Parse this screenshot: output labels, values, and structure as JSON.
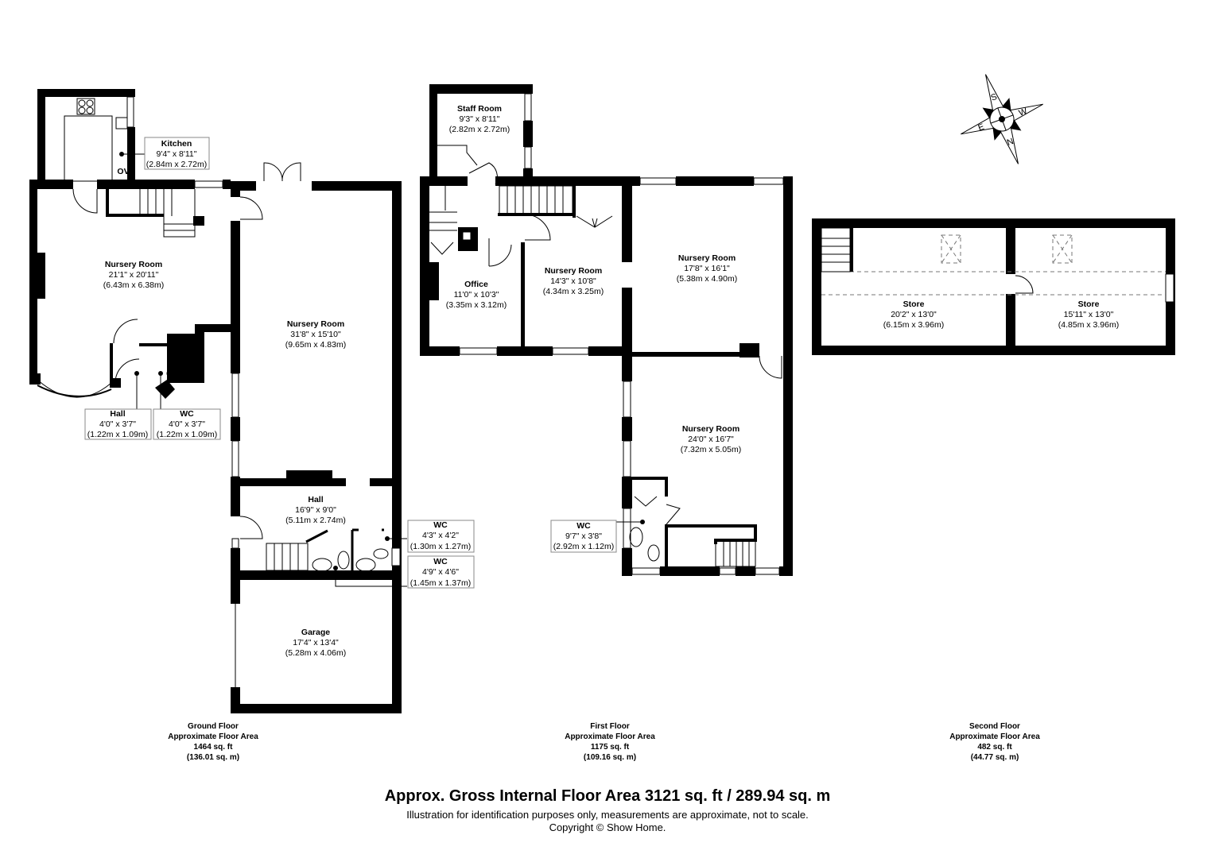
{
  "ground_floor": {
    "rooms": [
      {
        "name": "Kitchen",
        "imperial": "9'4\" x 8'11\"",
        "metric": "(2.84m x 2.72m)"
      },
      {
        "name": "Nursery Room",
        "imperial": "21'1\" x 20'11\"",
        "metric": "(6.43m x 6.38m)"
      },
      {
        "name": "Nursery Room",
        "imperial": "31'8\" x 15'10\"",
        "metric": "(9.65m x 4.83m)"
      },
      {
        "name": "Hall",
        "imperial": "4'0\" x 3'7\"",
        "metric": "(1.22m x 1.09m)"
      },
      {
        "name": "WC",
        "imperial": "4'0\" x 3'7\"",
        "metric": "(1.22m x 1.09m)"
      },
      {
        "name": "Hall",
        "imperial": "16'9\" x 9'0\"",
        "metric": "(5.11m x 2.74m)"
      },
      {
        "name": "WC",
        "imperial": "4'3\" x 4'2\"",
        "metric": "(1.30m x 1.27m)"
      },
      {
        "name": "WC",
        "imperial": "4'9\" x 4'6\"",
        "metric": "(1.45m x 1.37m)"
      },
      {
        "name": "Garage",
        "imperial": "17'4\" x 13'4\"",
        "metric": "(5.28m x 4.06m)"
      }
    ],
    "appliance_label": "OV",
    "summary": {
      "name": "Ground Floor",
      "caption": "Approximate Floor Area",
      "sqft": "1464 sq. ft",
      "sqm": "(136.01 sq. m)"
    }
  },
  "first_floor": {
    "rooms": [
      {
        "name": "Staff Room",
        "imperial": "9'3\" x 8'11\"",
        "metric": "(2.82m x 2.72m)"
      },
      {
        "name": "Office",
        "imperial": "11'0\" x 10'3\"",
        "metric": "(3.35m x 3.12m)"
      },
      {
        "name": "Nursery Room",
        "imperial": "14'3\" x 10'8\"",
        "metric": "(4.34m x 3.25m)"
      },
      {
        "name": "Nursery Room",
        "imperial": "17'8\" x 16'1\"",
        "metric": "(5.38m x 4.90m)"
      },
      {
        "name": "Nursery Room",
        "imperial": "24'0\" x 16'7\"",
        "metric": "(7.32m x 5.05m)"
      },
      {
        "name": "WC",
        "imperial": "9'7\" x 3'8\"",
        "metric": "(2.92m x 1.12m)"
      }
    ],
    "summary": {
      "name": "First Floor",
      "caption": "Approximate Floor Area",
      "sqft": "1175 sq. ft",
      "sqm": "(109.16 sq. m)"
    }
  },
  "second_floor": {
    "rooms": [
      {
        "name": "Store",
        "imperial": "20'2\" x 13'0\"",
        "metric": "(6.15m x 3.96m)"
      },
      {
        "name": "Store",
        "imperial": "15'11\" x 13'0\"",
        "metric": "(4.85m x 3.96m)"
      }
    ],
    "summary": {
      "name": "Second Floor",
      "caption": "Approximate Floor Area",
      "sqft": "482 sq. ft",
      "sqm": "(44.77 sq. m)"
    }
  },
  "compass": {
    "n": "N",
    "s": "S",
    "e": "E",
    "w": "W"
  },
  "footer": {
    "title": "Approx. Gross Internal Floor Area 3121 sq. ft / 289.94 sq. m",
    "disclaimer": "Illustration for identification purposes only, measurements are approximate, not to scale.",
    "copyright": "Copyright © Show Home."
  }
}
